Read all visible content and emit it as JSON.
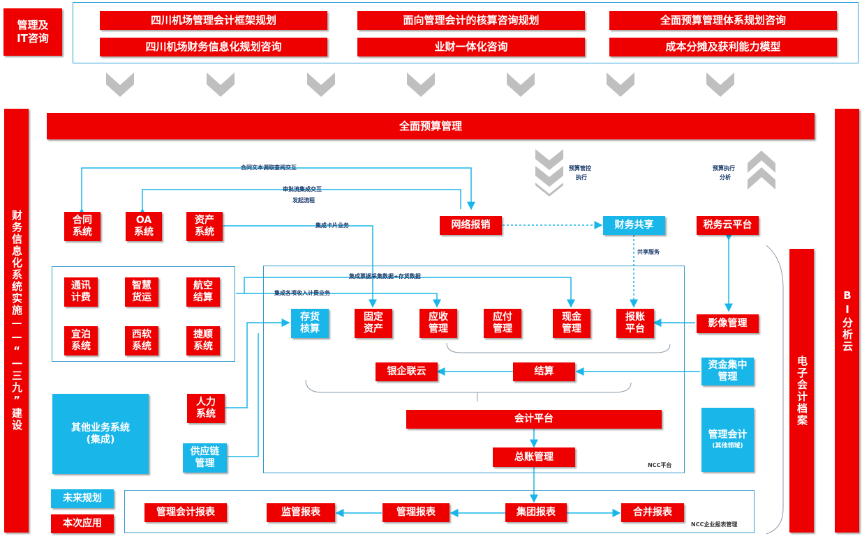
{
  "top": {
    "label_line1": "管理及",
    "label_line2": "IT咨询",
    "items": [
      "四川机场管理会计框架规划",
      "面向管理会计的核算咨询规划",
      "全面预算管理体系规划咨询",
      "四川机场财务信息化规划咨询",
      "业财一体化咨询",
      "成本分摊及获利能力模型"
    ]
  },
  "left_bar": "财务信息化系统实施——“一三九”建设",
  "right_bar": "BI分析云",
  "e_archive": "电子会计档案",
  "budget": "全面预算管理",
  "annotations": {
    "contract_exchange": "合同文本调取查阅交互",
    "approval_exchange": "审批流集成交互",
    "status_return": "发起流程",
    "card_asset": "集成卡片业务",
    "invoice_data": "集成票据采集数据+存货数据",
    "fee_income": "集成各项收入计费业务",
    "budget_control": "预算管控",
    "budget_exec": "执行",
    "budget_exec2": "预算执行",
    "analysis": "分析",
    "shared_service": "共享服务",
    "ncc_platform": "NCC平台",
    "ncc_report": "NCC企业报表管理",
    "mgmt_domain": "(其他领域)"
  },
  "systems": {
    "contract": [
      "合同",
      "系统"
    ],
    "oa": [
      "OA",
      "系统"
    ],
    "asset": [
      "资产",
      "系统"
    ],
    "telecom": [
      "通讯",
      "计费"
    ],
    "cargo": [
      "智慧",
      "货运"
    ],
    "aviation": [
      "航空",
      "结算"
    ],
    "parking": [
      "宜泊",
      "系统"
    ],
    "xiruan": [
      "西软",
      "系统"
    ],
    "jieshun": [
      "捷顺",
      "系统"
    ],
    "hr": [
      "人力",
      "系统"
    ],
    "supply": [
      "供应链",
      "管理"
    ],
    "other": [
      "其他业务系统",
      "(集成)"
    ],
    "network_reimb": "网络报销",
    "fin_share": "财务共享",
    "tax_cloud": "税务云平台",
    "image_mgmt": "影像管理",
    "fund_central": [
      "资金集中",
      "管理"
    ],
    "mgmt_accounting": "管理会计"
  },
  "ncc": {
    "inventory": [
      "存货",
      "核算"
    ],
    "fixed_asset": [
      "固定",
      "资产"
    ],
    "receivable": [
      "应收",
      "管理"
    ],
    "payable": [
      "应付",
      "管理"
    ],
    "cash": [
      "现金",
      "管理"
    ],
    "reimb_platform": [
      "报账",
      "平台"
    ],
    "bank_cloud": "银企联云",
    "settlement": "结算",
    "accounting_platform": "会计平台",
    "gl": "总账管理"
  },
  "reports": [
    "管理会计报表",
    "监管报表",
    "管理报表",
    "集团报表",
    "合并报表"
  ],
  "legend": {
    "future": "未来规划",
    "current": "本次应用"
  }
}
